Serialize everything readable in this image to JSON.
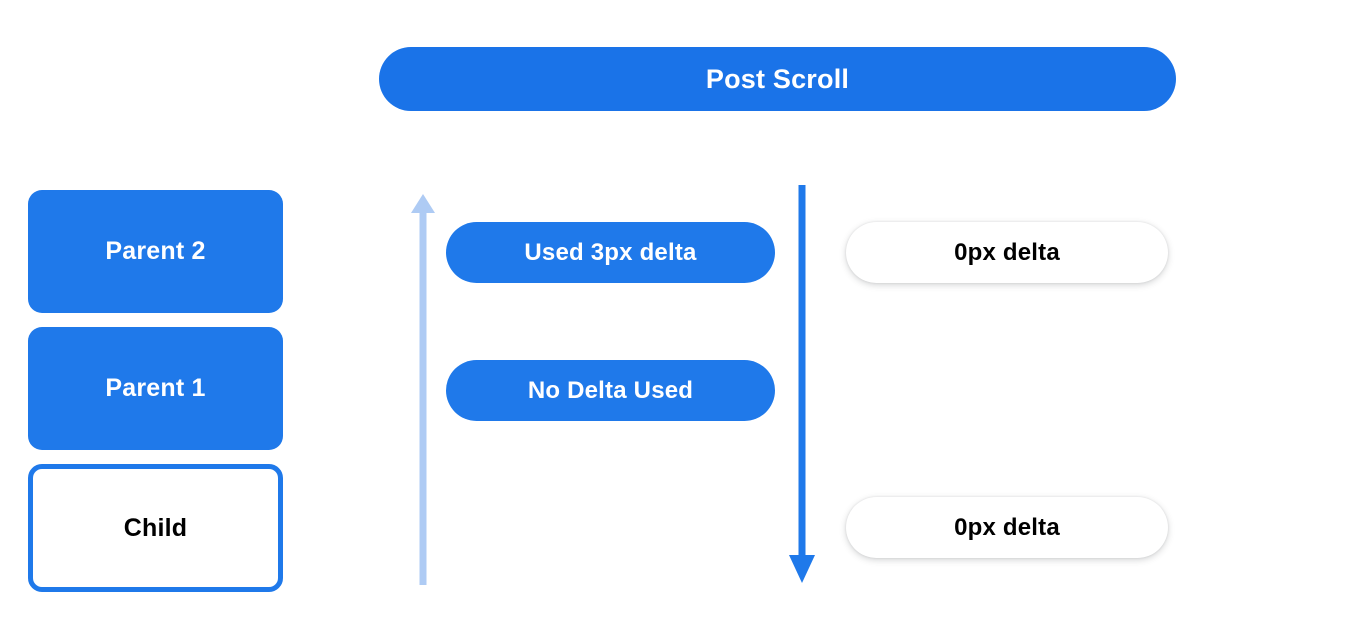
{
  "diagram": {
    "title": "Post Scroll",
    "colors": {
      "primary_blue": "#1a73e8",
      "node_blue": "#1f79ea",
      "arrow_light_blue": "#aecbf4",
      "arrow_blue": "#1f79ea",
      "text_on_blue": "#ffffff",
      "text_dark": "#000000",
      "background": "#ffffff"
    },
    "header": {
      "label": "Post Scroll"
    },
    "nodes": [
      {
        "id": "parent-2",
        "label": "Parent 2",
        "style": "filled"
      },
      {
        "id": "parent-1",
        "label": "Parent 1",
        "style": "filled"
      },
      {
        "id": "child",
        "label": "Child",
        "style": "outlined"
      }
    ],
    "arrows": [
      {
        "id": "arrow-up",
        "direction": "up",
        "color": "#aecbf4"
      },
      {
        "id": "arrow-down",
        "direction": "down",
        "color": "#1f79ea"
      }
    ],
    "consumption_pills": [
      {
        "id": "used-delta",
        "label": "Used 3px delta"
      },
      {
        "id": "no-delta",
        "label": "No Delta Used"
      }
    ],
    "delta_pills": [
      {
        "id": "delta-top",
        "label": "0px delta"
      },
      {
        "id": "delta-bottom",
        "label": "0px delta"
      }
    ]
  }
}
